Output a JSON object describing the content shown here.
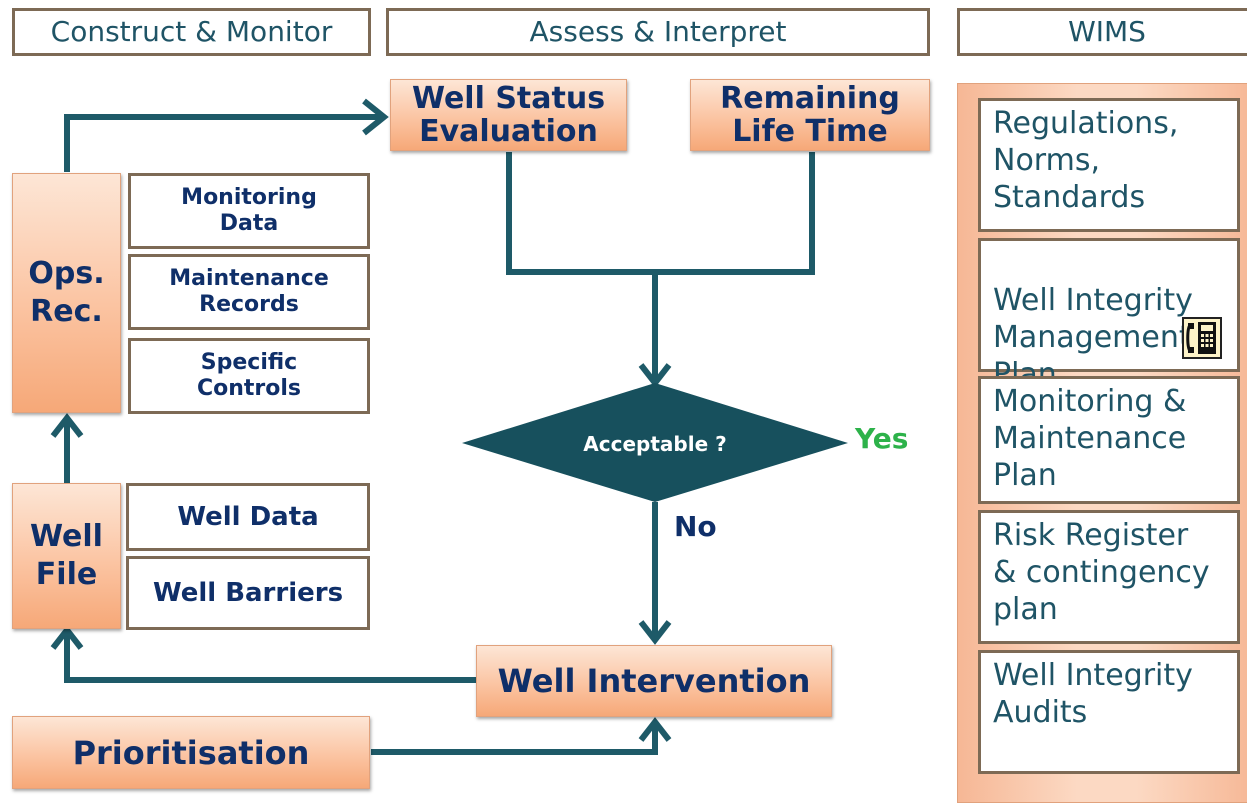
{
  "headers": {
    "construct": "Construct & Monitor",
    "assess": "Assess & Interpret",
    "wims": "WIMS"
  },
  "assess": {
    "well_status": "Well Status\nEvaluation",
    "remaining_life": "Remaining\nLife Time",
    "decision": "Acceptable ?",
    "yes": "Yes",
    "no": "No",
    "intervention": "Well Intervention"
  },
  "construct": {
    "ops_rec": "Ops.\nRec.",
    "well_file": "Well\nFile",
    "monitoring_data": "Monitoring\nData",
    "maintenance_records": "Maintenance\nRecords",
    "specific_controls": "Specific\nControls",
    "well_data": "Well Data",
    "well_barriers": "Well Barriers",
    "prioritisation": "Prioritisation"
  },
  "wims": {
    "items": [
      "Regulations,\nNorms,\nStandards",
      "Well Integrity\nManagement\nPlan",
      "Monitoring &\nMaintenance\nPlan",
      "Risk Register\n& contingency\nplan",
      "Well Integrity\nAudits"
    ],
    "icon": "phone-icon"
  },
  "colors": {
    "arrow": "#1e5a68",
    "diamond": "#17505d",
    "orange": "#fbc4a2",
    "header_text": "#1f5466",
    "yes": "#2db24a",
    "box_text": "#0f2f69"
  }
}
